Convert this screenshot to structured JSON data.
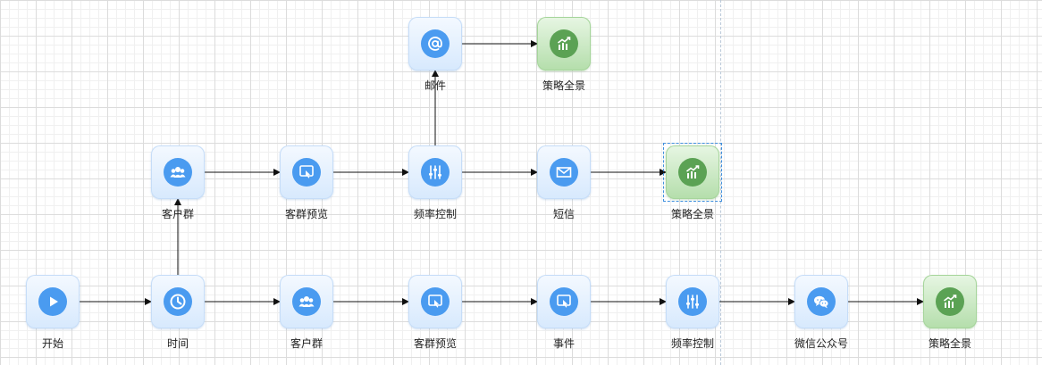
{
  "nodes": [
    {
      "id": "start",
      "label": "开始",
      "icon": "play-icon",
      "theme": "blue"
    },
    {
      "id": "time",
      "label": "时间",
      "icon": "clock-icon",
      "theme": "blue"
    },
    {
      "id": "group-bottom",
      "label": "客户群",
      "icon": "group-icon",
      "theme": "blue"
    },
    {
      "id": "preview-bottom",
      "label": "客群预览",
      "icon": "preview-icon",
      "theme": "blue"
    },
    {
      "id": "event",
      "label": "事件",
      "icon": "preview-icon",
      "theme": "blue"
    },
    {
      "id": "freq-bottom",
      "label": "频率控制",
      "icon": "sliders-icon",
      "theme": "blue"
    },
    {
      "id": "wechat",
      "label": "微信公众号",
      "icon": "wechat-icon",
      "theme": "blue"
    },
    {
      "id": "overview-bottom",
      "label": "策略全景",
      "icon": "chart-icon",
      "theme": "green"
    },
    {
      "id": "group-mid",
      "label": "客户群",
      "icon": "group-icon",
      "theme": "blue"
    },
    {
      "id": "preview-mid",
      "label": "客群预览",
      "icon": "preview-icon",
      "theme": "blue"
    },
    {
      "id": "freq-mid",
      "label": "频率控制",
      "icon": "sliders-icon",
      "theme": "blue"
    },
    {
      "id": "sms",
      "label": "短信",
      "icon": "envelope-icon",
      "theme": "blue"
    },
    {
      "id": "overview-mid",
      "label": "策略全景",
      "icon": "chart-icon",
      "theme": "green",
      "selected": true
    },
    {
      "id": "email",
      "label": "邮件",
      "icon": "at-icon",
      "theme": "blue"
    },
    {
      "id": "overview-top",
      "label": "策略全景",
      "icon": "chart-icon",
      "theme": "green"
    }
  ],
  "edges": [
    [
      "start",
      "time"
    ],
    [
      "time",
      "group-bottom"
    ],
    [
      "group-bottom",
      "preview-bottom"
    ],
    [
      "preview-bottom",
      "event"
    ],
    [
      "event",
      "freq-bottom"
    ],
    [
      "freq-bottom",
      "wechat"
    ],
    [
      "wechat",
      "overview-bottom"
    ],
    [
      "time",
      "group-mid"
    ],
    [
      "group-mid",
      "preview-mid"
    ],
    [
      "preview-mid",
      "freq-mid"
    ],
    [
      "freq-mid",
      "sms"
    ],
    [
      "sms",
      "overview-mid"
    ],
    [
      "freq-mid",
      "email"
    ],
    [
      "email",
      "overview-top"
    ]
  ],
  "colors": {
    "edge": "#111111",
    "blue_icon": "#4a9bf0",
    "green_icon": "#5ba254",
    "selection": "#3f8fde"
  }
}
